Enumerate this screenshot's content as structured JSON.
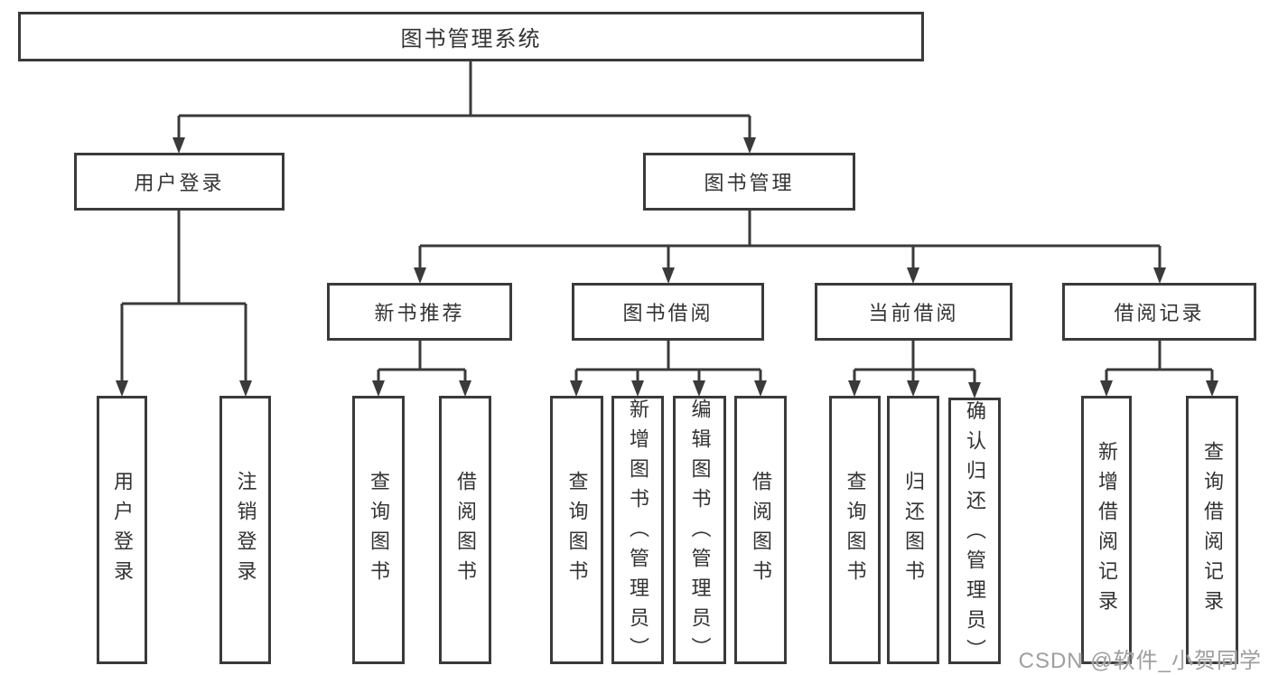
{
  "diagram_title": "图书管理系统",
  "watermark": {
    "text": "CSDN @软件_小贺同学"
  },
  "colors": {
    "line": "#3a3a3a",
    "text": "#333333",
    "watermark": "#9e9e9e",
    "background": "#ffffff"
  },
  "tree": {
    "root": {
      "label": "图书管理系统"
    },
    "children": [
      {
        "label": "用户登录",
        "children": [
          {
            "label": "用户登录"
          },
          {
            "label": "注销登录"
          }
        ]
      },
      {
        "label": "图书管理",
        "children": [
          {
            "label": "新书推荐",
            "children": [
              {
                "label": "查询图书"
              },
              {
                "label": "借阅图书"
              }
            ]
          },
          {
            "label": "图书借阅",
            "children": [
              {
                "label": "查询图书"
              },
              {
                "label": "新增图书（管理员）"
              },
              {
                "label": "编辑图书（管理员）"
              },
              {
                "label": "借阅图书"
              }
            ]
          },
          {
            "label": "当前借阅",
            "children": [
              {
                "label": "查询图书"
              },
              {
                "label": "归还图书"
              },
              {
                "label": "确认归还（管理员）"
              }
            ]
          },
          {
            "label": "借阅记录",
            "children": [
              {
                "label": "新增借阅记录"
              },
              {
                "label": "查询借阅记录"
              }
            ]
          }
        ]
      }
    ]
  }
}
